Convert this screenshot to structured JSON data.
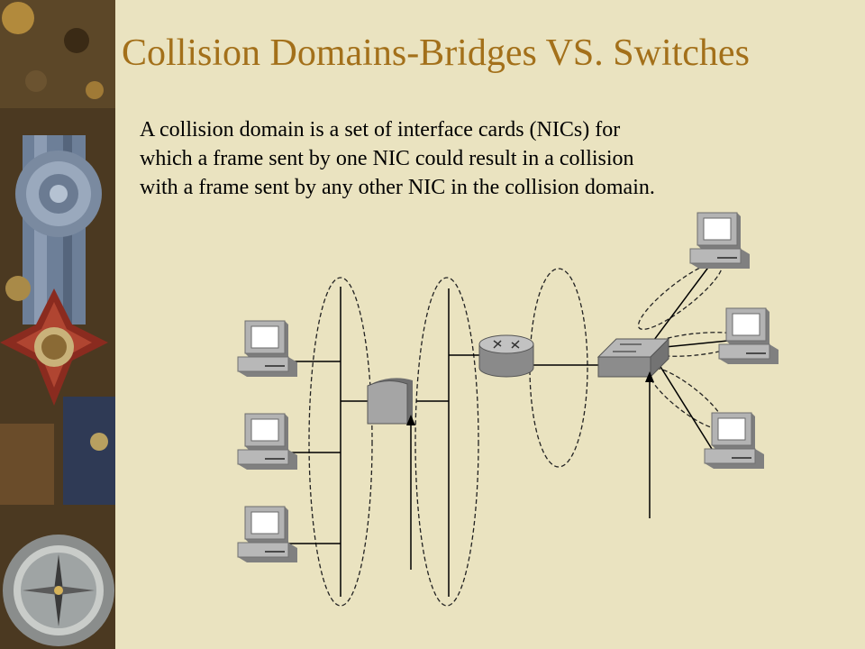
{
  "slide": {
    "title": "Collision Domains-Bridges VS. Switches",
    "body_lines": [
      "A collision domain is a set of interface cards (NICs) for",
      "which a frame sent by one NIC could result in a collision",
      "with a frame sent by any other NIC in the collision domain."
    ]
  },
  "colors": {
    "title": "#a3701a",
    "background": "#eae3c0",
    "device": "#9a9a9a",
    "line": "#000000"
  },
  "diagram": {
    "devices": [
      "pc-icon",
      "pc-icon",
      "pc-icon",
      "bridge-icon",
      "router-icon",
      "switch-icon",
      "pc-icon",
      "pc-icon",
      "pc-icon"
    ],
    "collision_domain_outlines": 6,
    "pointer_arrows": 2
  }
}
